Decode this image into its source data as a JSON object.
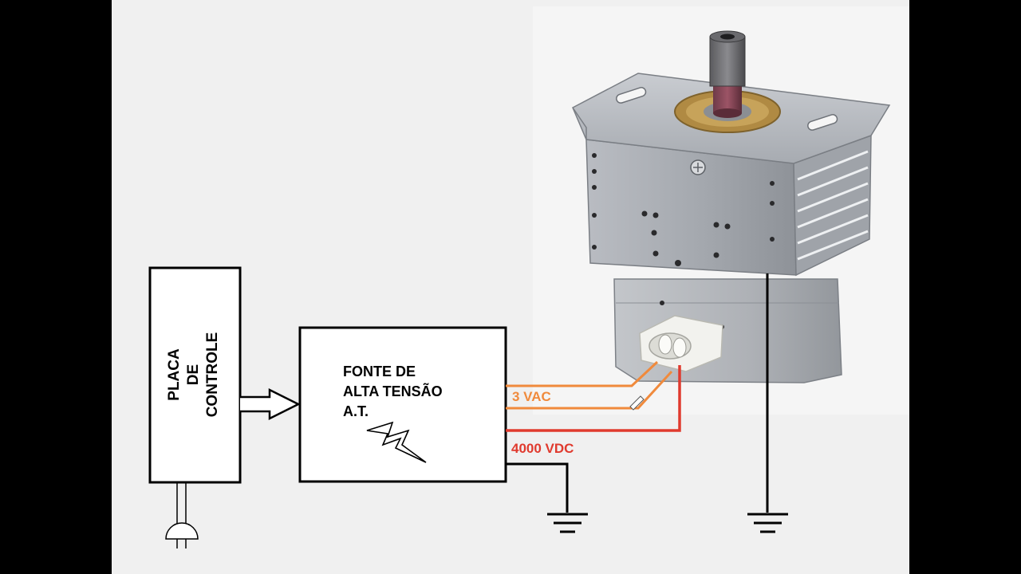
{
  "diagram": {
    "control_board": {
      "line1": "PLACA",
      "line2": "DE",
      "line3": "CONTROLE"
    },
    "power_supply": {
      "line1": "FONTE DE",
      "line2": "ALTA TENSÃO",
      "line3": "A.T."
    },
    "wires": {
      "filament": {
        "label": "3 VAC",
        "color": "#f08a3c"
      },
      "anode": {
        "label": "4000 VDC",
        "color": "#e03a2e"
      }
    },
    "component": {
      "name": "magnetron",
      "icon": "magnetron-icon"
    },
    "icons": [
      "lightning-icon",
      "ground-symbol-icon",
      "power-plug-icon",
      "arrow-right-icon"
    ],
    "colors": {
      "background": "#f0f0f0",
      "stroke": "#000000",
      "side_bars": "#000000"
    }
  }
}
